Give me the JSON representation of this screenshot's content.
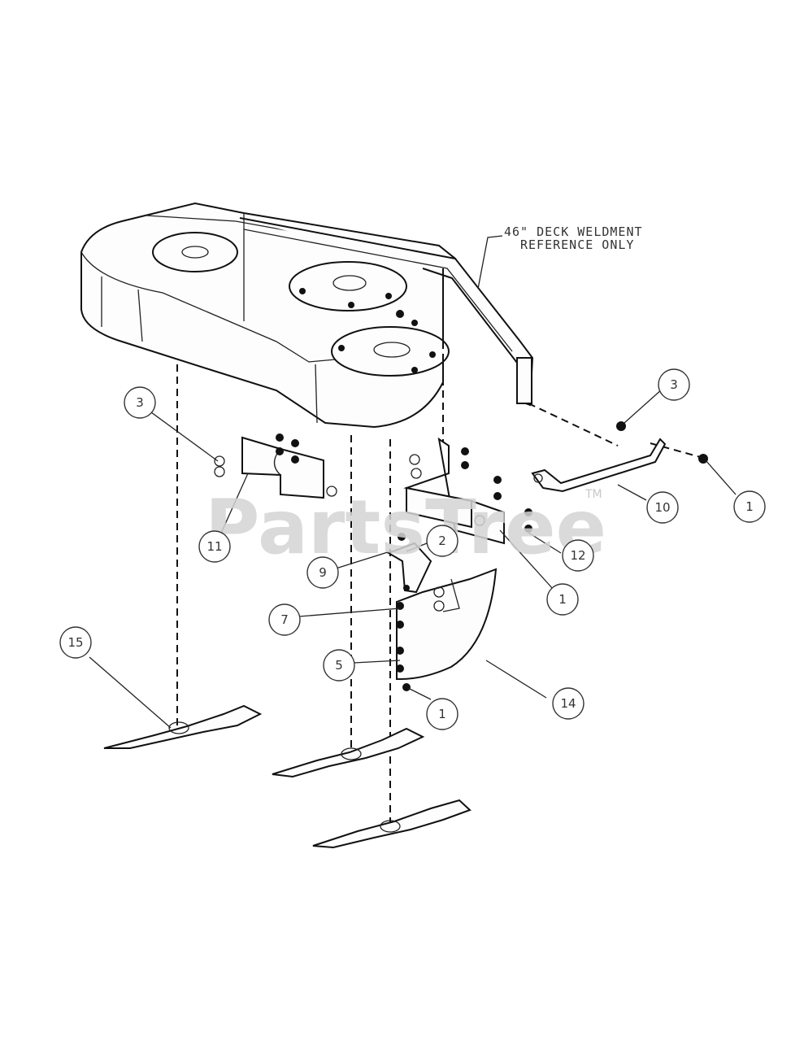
{
  "note": {
    "line1": "46\" DECK WELDMENT",
    "line2": "REFERENCE ONLY"
  },
  "watermark": {
    "text": "PartsTree",
    "trademark": "TM"
  },
  "callouts": [
    {
      "id": "callout-15",
      "label": "15"
    },
    {
      "id": "callout-3-left",
      "label": "3"
    },
    {
      "id": "callout-11",
      "label": "11"
    },
    {
      "id": "callout-9",
      "label": "9"
    },
    {
      "id": "callout-2",
      "label": "2"
    },
    {
      "id": "callout-7",
      "label": "7"
    },
    {
      "id": "callout-5",
      "label": "5"
    },
    {
      "id": "callout-1-bottom",
      "label": "1"
    },
    {
      "id": "callout-14",
      "label": "14"
    },
    {
      "id": "callout-1-mid",
      "label": "1"
    },
    {
      "id": "callout-12",
      "label": "12"
    },
    {
      "id": "callout-10",
      "label": "10"
    },
    {
      "id": "callout-1-right",
      "label": "1"
    },
    {
      "id": "callout-3-right",
      "label": "3"
    }
  ]
}
